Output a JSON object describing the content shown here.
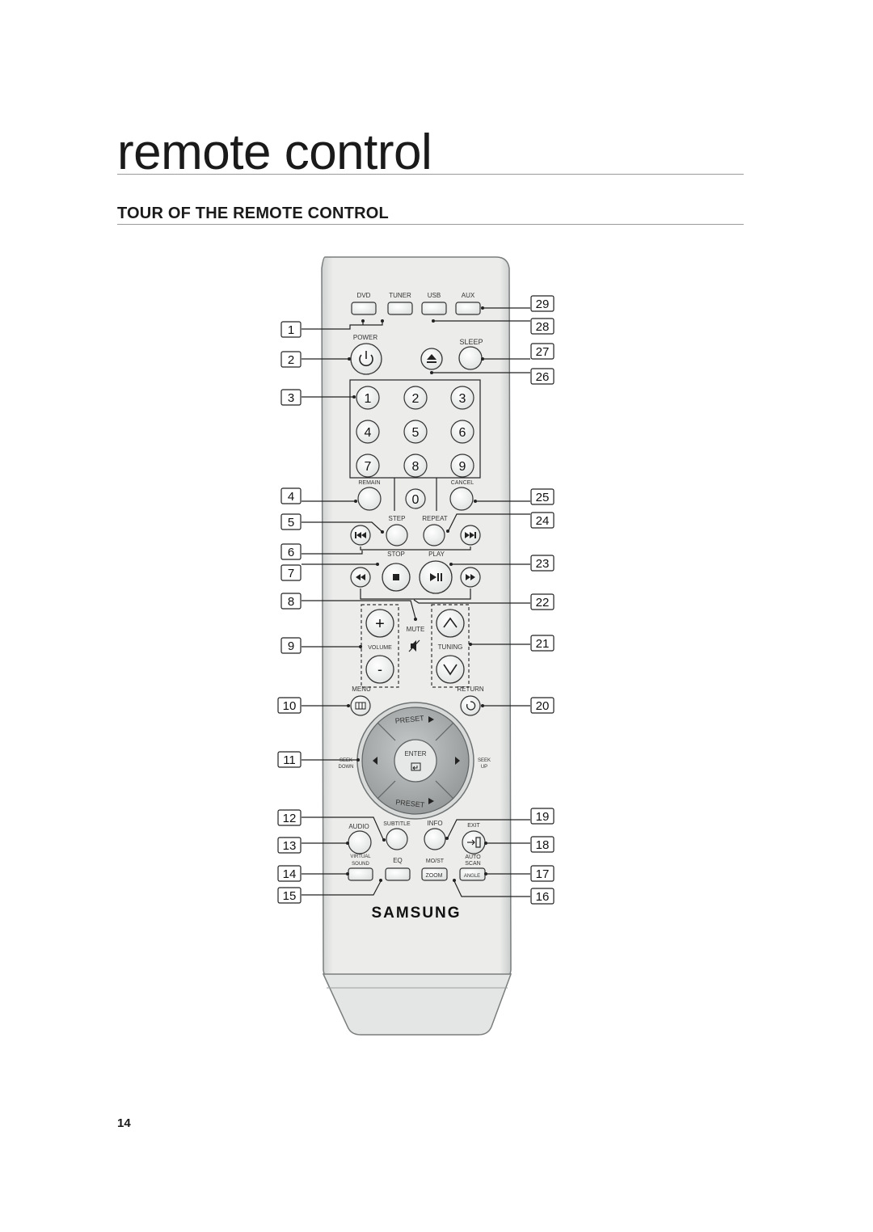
{
  "page": {
    "title": "remote control",
    "section_heading": "TOUR OF THE REMOTE CONTROL",
    "page_number": "14"
  },
  "remote": {
    "brand": "SAMSUNG",
    "source_buttons": [
      "DVD",
      "TUNER",
      "USB",
      "AUX"
    ],
    "power_label": "POWER",
    "sleep_label": "SLEEP",
    "digits": [
      "1",
      "2",
      "3",
      "4",
      "5",
      "6",
      "7",
      "8",
      "9",
      "0"
    ],
    "remain_label": "REMAIN",
    "cancel_label": "CANCEL",
    "step_label": "STEP",
    "repeat_label": "REPEAT",
    "stop_label": "STOP",
    "play_label": "PLAY",
    "mute_label": "MUTE",
    "volume_label": "VOLUME",
    "tuning_label": "TUNING",
    "vol_plus": "+",
    "vol_minus": "-",
    "menu_label": "MENU",
    "return_label": "RETURN",
    "preset_label": "PRESET",
    "enter_label": "ENTER",
    "seek_down_1": "SEEK",
    "seek_down_2": "DOWN",
    "seek_up_1": "SEEK",
    "seek_up_2": "UP",
    "audio_label": "AUDIO",
    "subtitle_label": "SUBTITLE",
    "info_label": "INFO",
    "exit_label": "EXIT",
    "virtual_1": "VIRTUAL",
    "virtual_2": "SOUND",
    "eq_label": "EQ",
    "most_label": "MO/ST",
    "auto_1": "AUTO",
    "auto_2": "SCAN",
    "zoom_label": "ZOOM",
    "angle_label": "ANGLE"
  },
  "callouts_left": [
    "1",
    "2",
    "3",
    "4",
    "5",
    "6",
    "7",
    "8",
    "9",
    "10",
    "11",
    "12",
    "13",
    "14",
    "15"
  ],
  "callouts_right": [
    "29",
    "28",
    "27",
    "26",
    "25",
    "24",
    "23",
    "22",
    "21",
    "20",
    "19",
    "18",
    "17",
    "16"
  ]
}
